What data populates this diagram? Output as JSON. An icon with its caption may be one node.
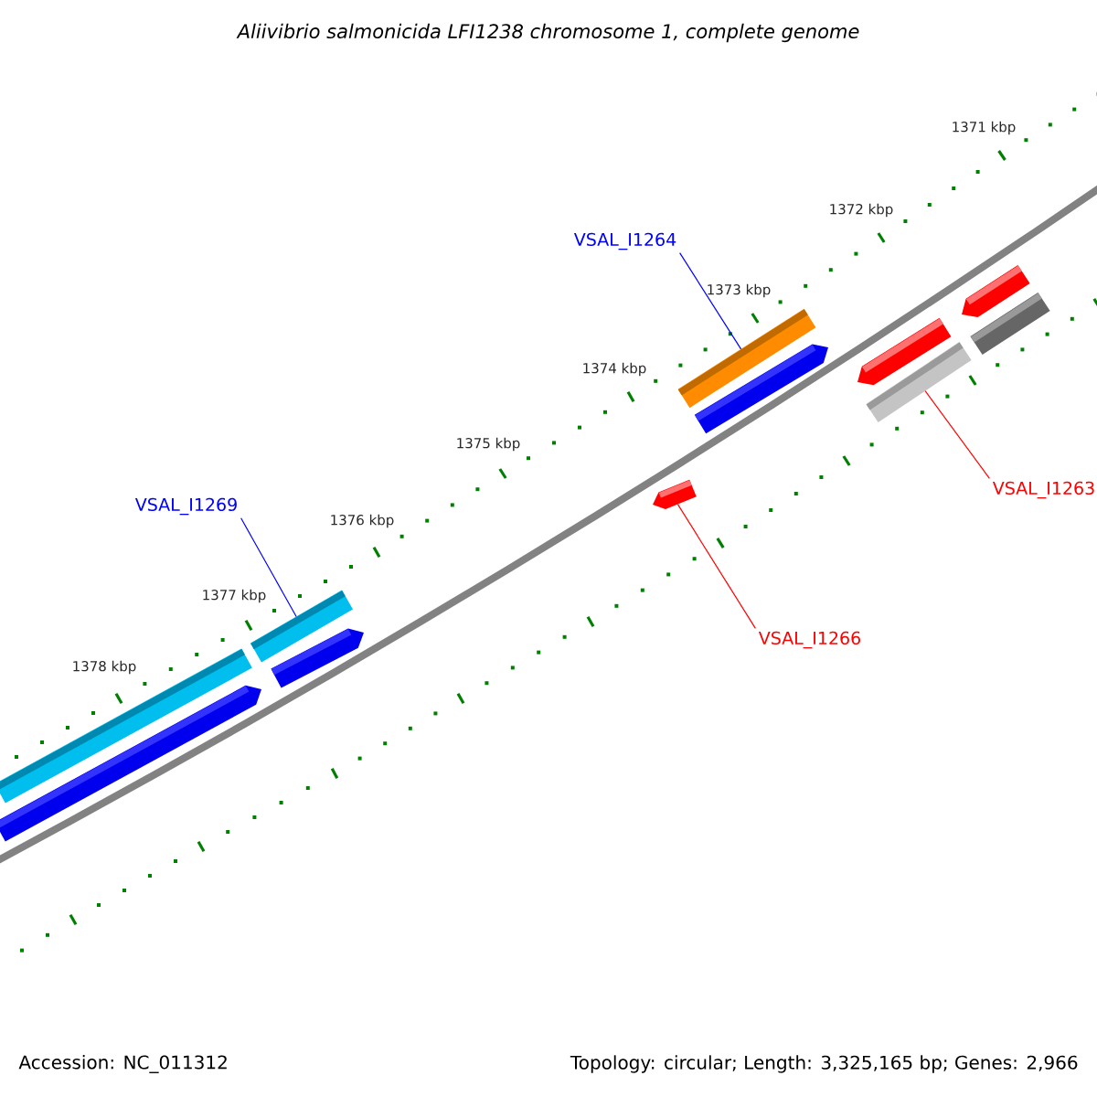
{
  "diagram": {
    "title": "Aliivibrio salmonicida LFI1238 chromosome 1, complete genome",
    "nodes": [
      {
        "text": [
          "VSAL_I1264"
        ]
      },
      {
        "text": [
          "VSAL_I1263"
        ]
      },
      {
        "text": [
          "VSAL_I1269"
        ]
      },
      {
        "text": [
          "VSAL_I1266"
        ]
      },
      {
        "text": [],
        "shape": "bar"
      },
      {
        "text": [],
        "shape": "bar"
      },
      {
        "text": [],
        "shape": "bar"
      },
      {
        "text": [],
        "shape": "bar"
      },
      {
        "text": [],
        "shape": "bar"
      },
      {
        "text": [],
        "shape": "bar"
      },
      {
        "text": [],
        "shape": "bar"
      },
      {
        "text": [],
        "shape": "bar"
      },
      {
        "text": [],
        "shape": "bar"
      },
      {
        "text": [],
        "shape": "bar"
      },
      {
        "text": [],
        "shape": "bar"
      }
    ],
    "edges": [
      {
        "from": 0,
        "to": 9,
        "arrow": "none",
        "color": "#0000ff"
      },
      {
        "from": 1,
        "to": 12,
        "arrow": "none",
        "color": "#ff0000"
      },
      {
        "from": 2,
        "to": 6,
        "arrow": "none",
        "color": "#0000ff"
      },
      {
        "from": 3,
        "to": 8,
        "arrow": "none",
        "color": "#ff0000"
      }
    ],
    "labels": [
      "1371 kbp",
      "1372 kbp",
      "1373 kbp",
      "1374 kbp",
      "1375 kbp",
      "1376 kbp",
      "1377 kbp",
      "1378 kbp",
      "Accession: NC_011312",
      "Topology: circular; Length: 3,325,165 bp; Genes: 2,966"
    ]
  }
}
